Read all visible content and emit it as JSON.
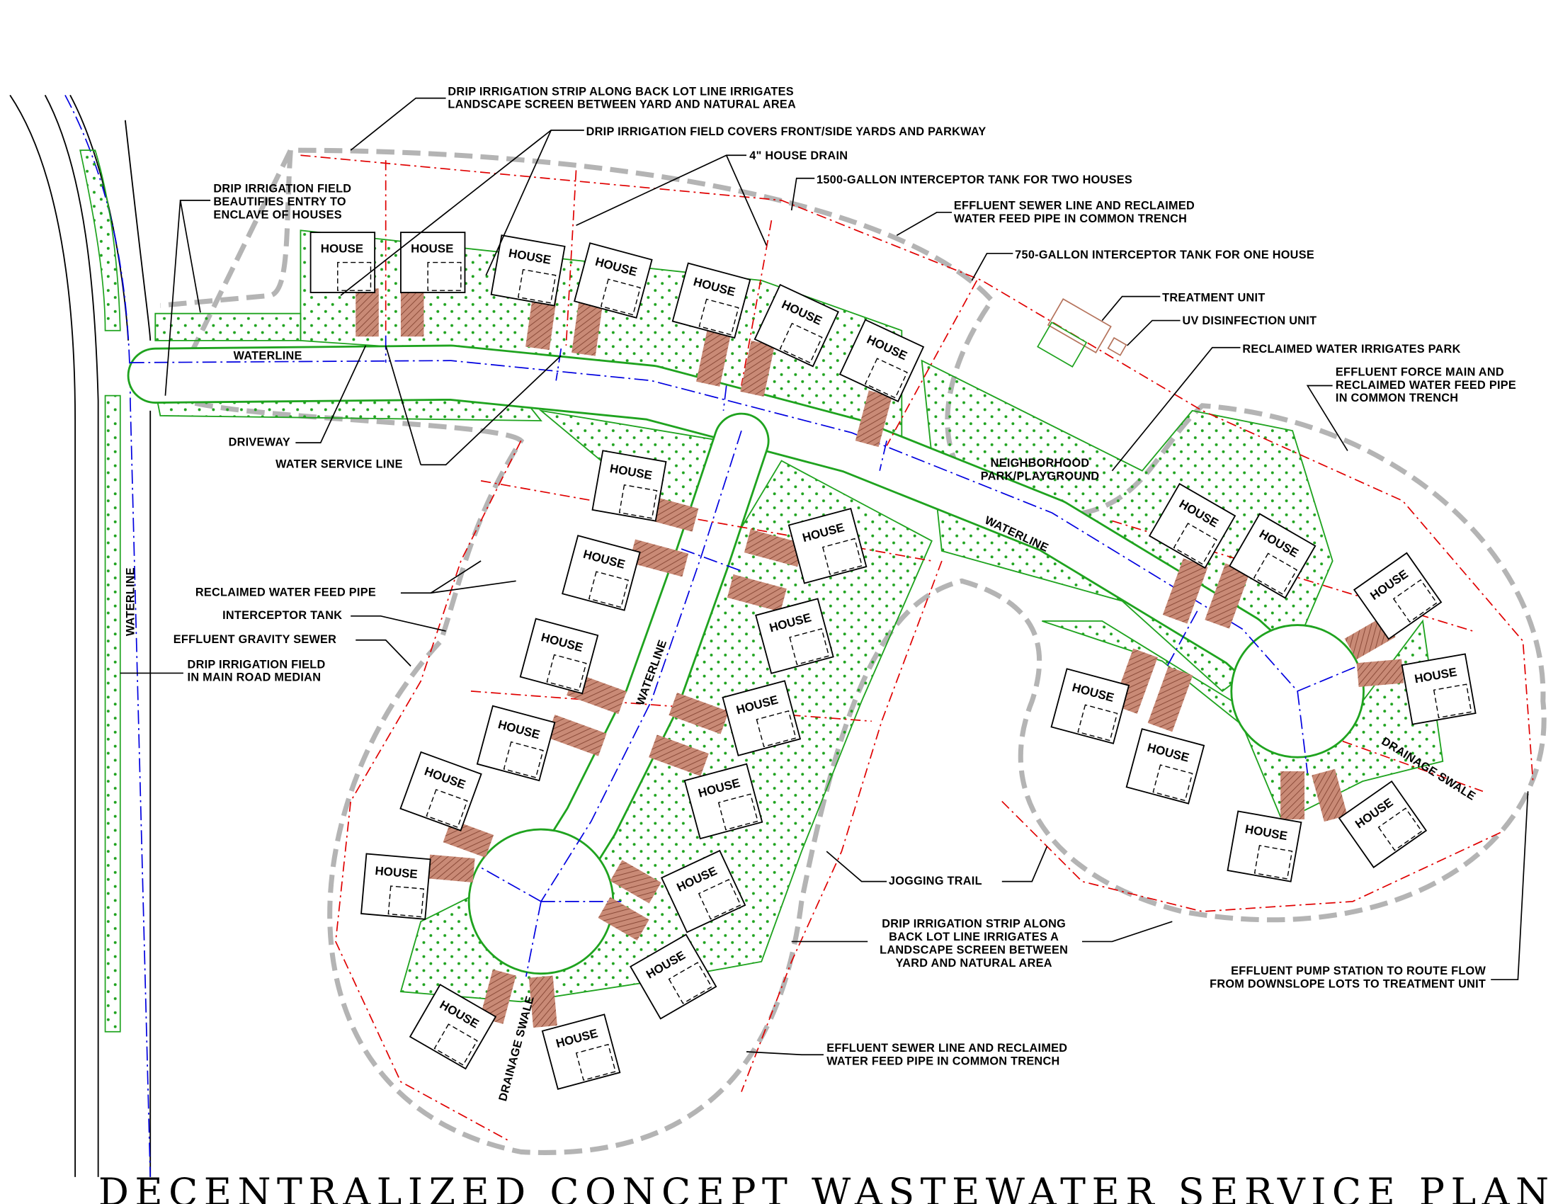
{
  "title": "DECENTRALIZED CONCEPT WASTEWATER SERVICE PLAN",
  "house_label": "HOUSE",
  "colors": {
    "irrigation": "#1fa31f",
    "sewer": "#e00000",
    "water": "#0000e0",
    "driveway": "#b5735c",
    "boundary": "#b4b4b4"
  },
  "labels": {
    "back_lot_strip_top": [
      "DRIP IRRIGATION STRIP ALONG BACK LOT LINE IRRIGATES",
      "LANDSCAPE SCREEN BETWEEN YARD AND NATURAL AREA"
    ],
    "front_yards": "DRIP IRRIGATION FIELD COVERS FRONT/SIDE YARDS AND PARKWAY",
    "house_drain": "4\" HOUSE DRAIN",
    "tank_1500": "1500-GALLON INTERCEPTOR TANK FOR TWO HOUSES",
    "common_trench_top": [
      "EFFLUENT SEWER LINE AND RECLAIMED",
      "WATER FEED PIPE IN COMMON TRENCH"
    ],
    "tank_750": "750-GALLON INTERCEPTOR TANK FOR ONE HOUSE",
    "treatment_unit": "TREATMENT UNIT",
    "uv_unit": "UV DISINFECTION UNIT",
    "reclaimed_park": "RECLAIMED WATER IRRIGATES PARK",
    "force_main": [
      "EFFLUENT FORCE MAIN AND",
      "RECLAIMED WATER FEED PIPE",
      "IN COMMON TRENCH"
    ],
    "entry_field": [
      "DRIP IRRIGATION FIELD",
      "BEAUTIFIES ENTRY TO",
      "ENCLAVE OF HOUSES"
    ],
    "waterline": "WATERLINE",
    "driveway": "DRIVEWAY",
    "water_service": "WATER SERVICE LINE",
    "park": [
      "NEIGHBORHOOD",
      "PARK/PLAYGROUND"
    ],
    "reclaimed_feed": "RECLAIMED WATER FEED PIPE",
    "interceptor_tank": "INTERCEPTOR TANK",
    "gravity_sewer": "EFFLUENT GRAVITY SEWER",
    "median_field": [
      "DRIP IRRIGATION FIELD",
      "IN MAIN ROAD MEDIAN"
    ],
    "drainage_swale": "DRAINAGE SWALE",
    "jogging_trail": "JOGGING TRAIL",
    "back_lot_strip_bottom": [
      "DRIP IRRIGATION STRIP ALONG",
      "BACK LOT LINE IRRIGATES A",
      "LANDSCAPE SCREEN BETWEEN",
      "YARD AND NATURAL AREA"
    ],
    "pump_station": [
      "EFFLUENT PUMP STATION TO ROUTE FLOW",
      "FROM DOWNSLOPE LOTS TO TREATMENT UNIT"
    ],
    "common_trench_bottom": [
      "EFFLUENT SEWER LINE AND RECLAIMED",
      "WATER FEED PIPE IN COMMON TRENCH"
    ]
  }
}
